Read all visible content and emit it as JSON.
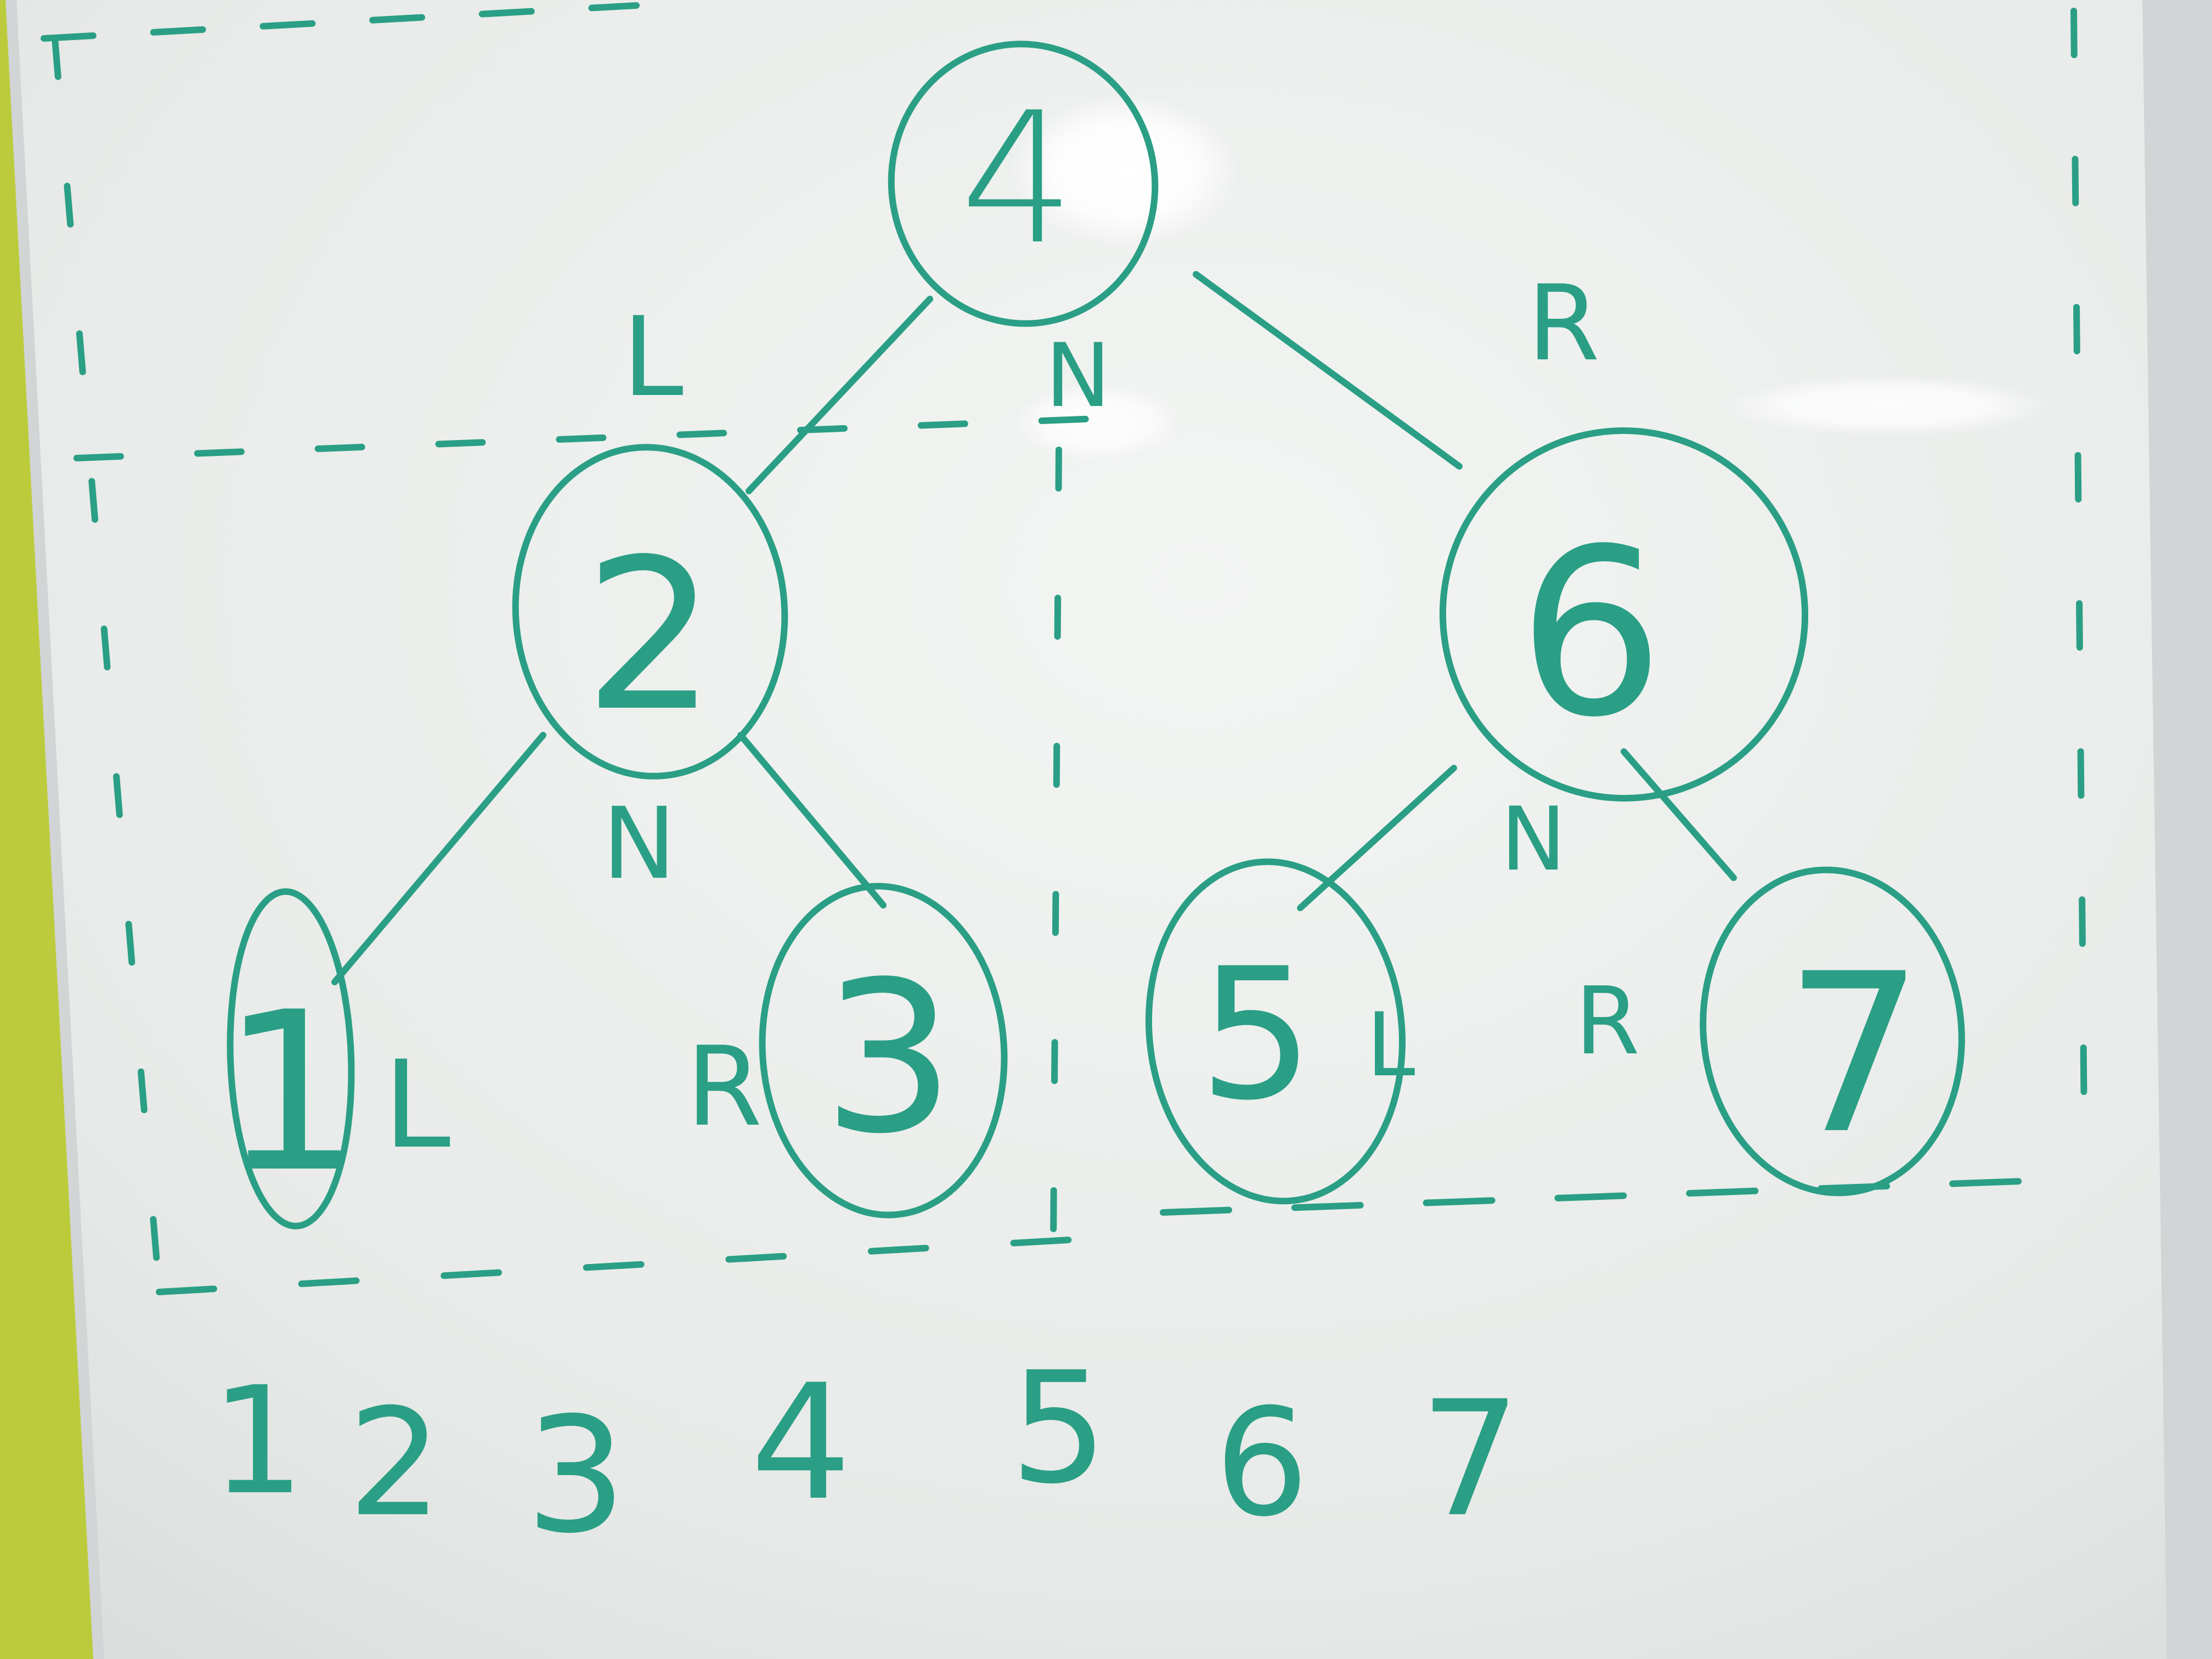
{
  "colors": {
    "marker": "#2a9f85",
    "board": "#ecefed",
    "frame": "#d4d7d8",
    "wall": "#b9c93a"
  },
  "tree": {
    "root": "4",
    "left_child": "2",
    "right_child": "6",
    "leaves": [
      "1",
      "3",
      "5",
      "7"
    ]
  },
  "edge_labels": {
    "root_left": "L",
    "root_node": "N",
    "root_right": "R",
    "left_node": "N",
    "left_leaf_left": "L",
    "left_leaf_right": "R",
    "right_node": "N",
    "right_leaf_left": "L",
    "right_leaf_right": "R"
  },
  "sequence": [
    "1",
    "2",
    "3",
    "4",
    "5",
    "6",
    "7"
  ]
}
